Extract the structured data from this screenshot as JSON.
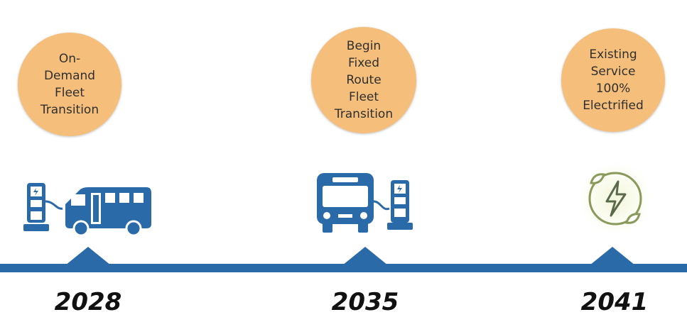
{
  "colors": {
    "circle_fill": "#f5bf7b",
    "timeline_blue": "#2a6aa9",
    "text_dark": "#111111"
  },
  "milestones": [
    {
      "lines": [
        "On-",
        "Demand",
        "Fleet",
        "Transition"
      ],
      "year": "2028",
      "icon": "ev-charger-and-van-icon"
    },
    {
      "lines": [
        "Begin",
        "Fixed",
        "Route",
        "Fleet",
        "Transition"
      ],
      "year": "2035",
      "icon": "bus-and-ev-charger-icon"
    },
    {
      "lines": [
        "Existing",
        "Service",
        "100%",
        "Electrified"
      ],
      "year": "2041",
      "icon": "renewable-electricity-icon"
    }
  ]
}
